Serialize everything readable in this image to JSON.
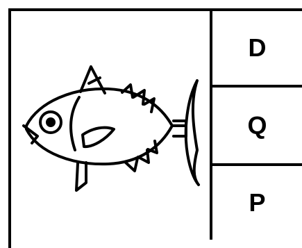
{
  "picture": {
    "icon": "fish-icon"
  },
  "options": [
    {
      "label": "D"
    },
    {
      "label": "Q"
    },
    {
      "label": "P"
    }
  ]
}
